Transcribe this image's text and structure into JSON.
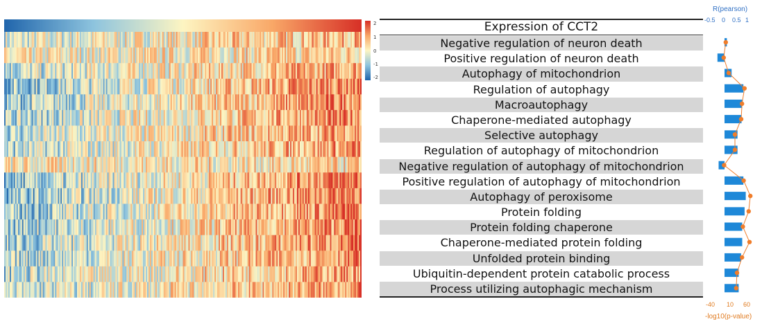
{
  "chart_data": [
    {
      "type": "heatmap",
      "rows": 17,
      "columns": 260,
      "colorbar": {
        "ticks": [
          "2",
          "1",
          "0",
          "-1",
          "-2"
        ],
        "vmin": -2,
        "vmax": 2,
        "colors": [
          "#2166ac",
          "#8ec4de",
          "#fdf5c2",
          "#f9a868",
          "#d73027"
        ]
      }
    },
    {
      "type": "bar",
      "header": "Expression of CCT2",
      "categories": [
        "Negative regulation of neuron death",
        "Positive regulation of neuron death",
        "Autophagy of mitochondrion",
        "Regulation of autophagy",
        "Macroautophagy",
        "Chaperone-mediated autophagy",
        "Selective autophagy",
        "Regulation of autophagy of mitochondrion",
        "Negative regulation of autophagy of mitochondrion",
        "Positive regulation of autophagy of mitochondrion",
        "Autophagy of peroxisome",
        "Protein folding",
        "Protein folding chaperone",
        "Chaperone-mediated protein folding",
        "Unfolded protein binding",
        "Ubiquitin-dependent protein catabolic process",
        "Process utilizing autophagic mechanism"
      ],
      "series": [
        {
          "name": "R(pearson)",
          "color": "#1e88d8",
          "values": [
            0.1,
            -0.3,
            0.3,
            0.8,
            0.75,
            0.72,
            0.55,
            0.55,
            -0.25,
            0.8,
            0.9,
            0.85,
            0.75,
            0.75,
            0.7,
            0.6,
            0.6
          ]
        },
        {
          "name": "-log10(p-value)",
          "color": "#f07d2a",
          "values": [
            3,
            -2,
            10,
            48,
            42,
            40,
            25,
            25,
            -1,
            46,
            62,
            58,
            44,
            60,
            42,
            30,
            28
          ]
        }
      ],
      "r_axis": {
        "title": "R(pearson)",
        "ticks": [
          "-0.5",
          "0",
          "0.5",
          "1"
        ],
        "range": [
          -0.5,
          1
        ]
      },
      "p_axis": {
        "title": "-log10(p-value)",
        "ticks": [
          "-40",
          "10",
          "60"
        ],
        "range": [
          -40,
          60
        ]
      }
    }
  ]
}
